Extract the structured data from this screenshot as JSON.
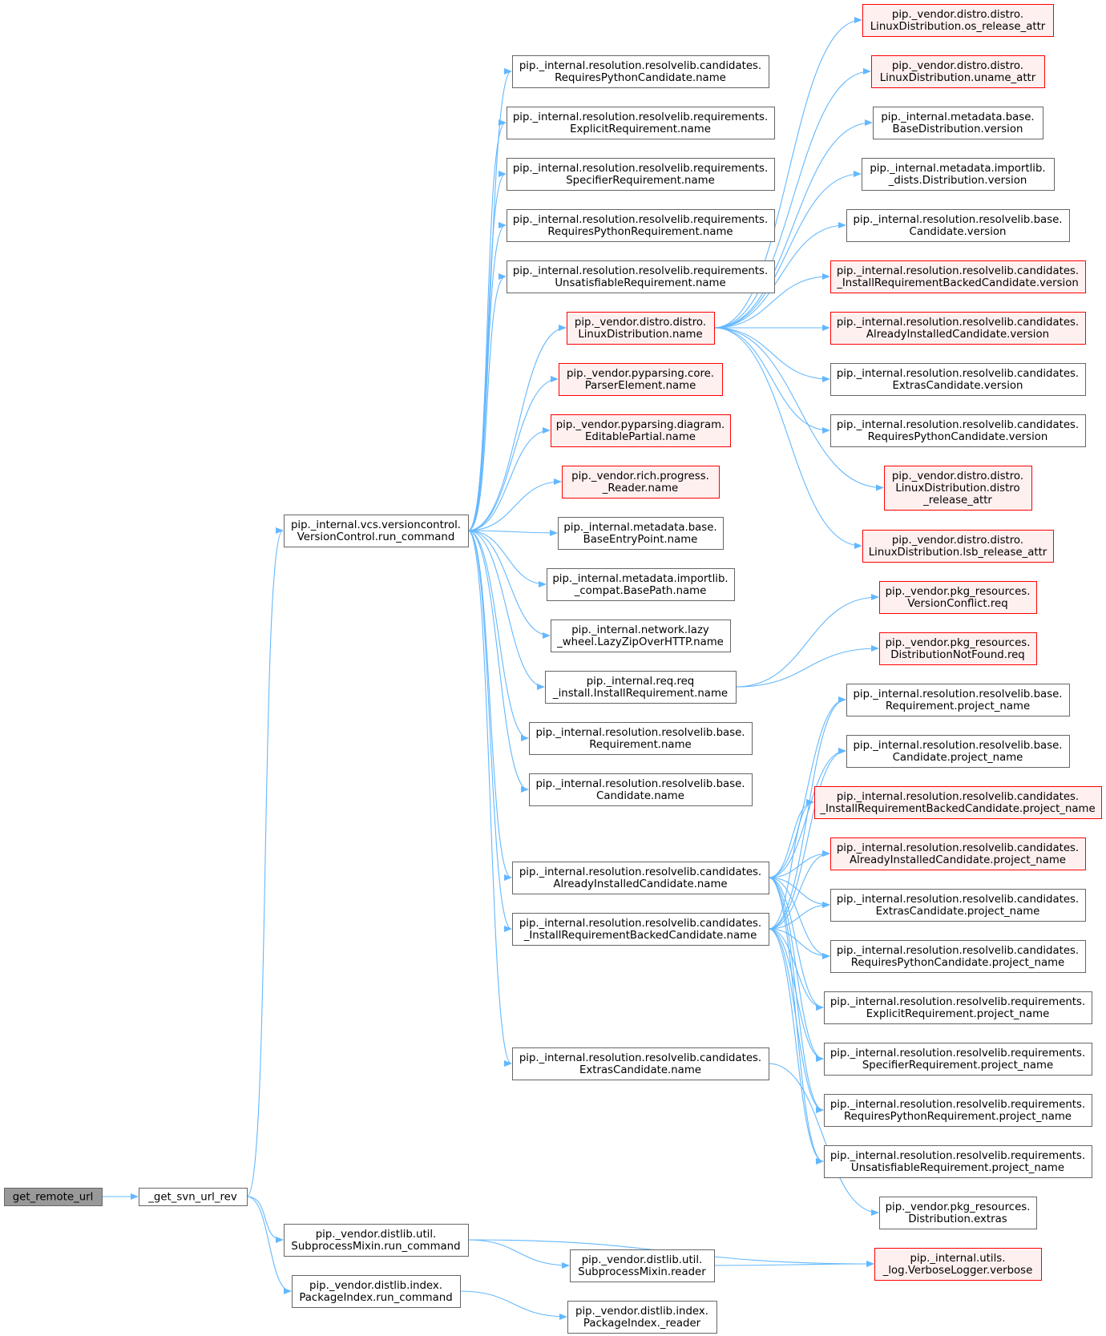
{
  "colors": {
    "edge": "#63b8ff",
    "node_border": "#666666",
    "node_fill": "#ffffff",
    "ext_border": "#ff0000",
    "ext_fill": "#fff0f0",
    "root_fill": "#999999"
  },
  "nodes": [
    {
      "id": "get_remote_url",
      "lines": [
        "get_remote_url"
      ],
      "style": "root"
    },
    {
      "id": "get_svn_url_rev",
      "lines": [
        "_get_svn_url_rev"
      ],
      "style": "normal"
    },
    {
      "id": "vc_run_command",
      "lines": [
        "pip._internal.vcs.versioncontrol.",
        "VersionControl.run_command"
      ],
      "style": "normal"
    },
    {
      "id": "distlib_util_run_command",
      "lines": [
        "pip._vendor.distlib.util.",
        "SubprocessMixin.run_command"
      ],
      "style": "normal"
    },
    {
      "id": "distlib_index_run_command",
      "lines": [
        "pip._vendor.distlib.index.",
        "PackageIndex.run_command"
      ],
      "style": "normal"
    },
    {
      "id": "cand_rp_name",
      "lines": [
        "pip._internal.resolution.resolvelib.candidates.",
        "RequiresPythonCandidate.name"
      ],
      "style": "normal"
    },
    {
      "id": "req_explicit_name",
      "lines": [
        "pip._internal.resolution.resolvelib.requirements.",
        "ExplicitRequirement.name"
      ],
      "style": "normal"
    },
    {
      "id": "req_spec_name",
      "lines": [
        "pip._internal.resolution.resolvelib.requirements.",
        "SpecifierRequirement.name"
      ],
      "style": "normal"
    },
    {
      "id": "req_rp_name",
      "lines": [
        "pip._internal.resolution.resolvelib.requirements.",
        "RequiresPythonRequirement.name"
      ],
      "style": "normal"
    },
    {
      "id": "req_unsat_name",
      "lines": [
        "pip._internal.resolution.resolvelib.requirements.",
        "UnsatisfiableRequirement.name"
      ],
      "style": "normal"
    },
    {
      "id": "distro_name",
      "lines": [
        "pip._vendor.distro.distro.",
        "LinuxDistribution.name"
      ],
      "style": "red"
    },
    {
      "id": "pyparsing_core_name",
      "lines": [
        "pip._vendor.pyparsing.core.",
        "ParserElement.name"
      ],
      "style": "red"
    },
    {
      "id": "pyparsing_diagram_name",
      "lines": [
        "pip._vendor.pyparsing.diagram.",
        "EditablePartial.name"
      ],
      "style": "red"
    },
    {
      "id": "rich_reader_name",
      "lines": [
        "pip._vendor.rich.progress.",
        "_Reader.name"
      ],
      "style": "red"
    },
    {
      "id": "md_base_entry_name",
      "lines": [
        "pip._internal.metadata.base.",
        "BaseEntryPoint.name"
      ],
      "style": "normal"
    },
    {
      "id": "md_importlib_compat_name",
      "lines": [
        "pip._internal.metadata.importlib.",
        "_compat.BasePath.name"
      ],
      "style": "normal"
    },
    {
      "id": "lazy_wheel_name",
      "lines": [
        "pip._internal.network.lazy",
        "_wheel.LazyZipOverHTTP.name"
      ],
      "style": "normal"
    },
    {
      "id": "install_req_name",
      "lines": [
        "pip._internal.req.req",
        "_install.InstallRequirement.name"
      ],
      "style": "normal"
    },
    {
      "id": "base_req_name",
      "lines": [
        "pip._internal.resolution.resolvelib.base.",
        "Requirement.name"
      ],
      "style": "normal"
    },
    {
      "id": "base_cand_name",
      "lines": [
        "pip._internal.resolution.resolvelib.base.",
        "Candidate.name"
      ],
      "style": "normal"
    },
    {
      "id": "cand_ai_name",
      "lines": [
        "pip._internal.resolution.resolvelib.candidates.",
        "AlreadyInstalledCandidate.name"
      ],
      "style": "normal"
    },
    {
      "id": "cand_irb_name",
      "lines": [
        "pip._internal.resolution.resolvelib.candidates.",
        "_InstallRequirementBackedCandidate.name"
      ],
      "style": "normal"
    },
    {
      "id": "cand_extras_name",
      "lines": [
        "pip._internal.resolution.resolvelib.candidates.",
        "ExtrasCandidate.name"
      ],
      "style": "normal"
    },
    {
      "id": "distlib_util_reader",
      "lines": [
        "pip._vendor.distlib.util.",
        "SubprocessMixin.reader"
      ],
      "style": "normal"
    },
    {
      "id": "distlib_index_reader",
      "lines": [
        "pip._vendor.distlib.index.",
        "PackageIndex._reader"
      ],
      "style": "normal"
    },
    {
      "id": "distro_os_release_attr",
      "lines": [
        "pip._vendor.distro.distro.",
        "LinuxDistribution.os_release_attr"
      ],
      "style": "red"
    },
    {
      "id": "distro_uname_attr",
      "lines": [
        "pip._vendor.distro.distro.",
        "LinuxDistribution.uname_attr"
      ],
      "style": "red"
    },
    {
      "id": "md_base_dist_version",
      "lines": [
        "pip._internal.metadata.base.",
        "BaseDistribution.version"
      ],
      "style": "normal"
    },
    {
      "id": "md_importlib_dist_version",
      "lines": [
        "pip._internal.metadata.importlib.",
        "_dists.Distribution.version"
      ],
      "style": "normal"
    },
    {
      "id": "base_cand_version",
      "lines": [
        "pip._internal.resolution.resolvelib.base.",
        "Candidate.version"
      ],
      "style": "normal"
    },
    {
      "id": "cand_irb_version",
      "lines": [
        "pip._internal.resolution.resolvelib.candidates.",
        "_InstallRequirementBackedCandidate.version"
      ],
      "style": "red"
    },
    {
      "id": "cand_ai_version",
      "lines": [
        "pip._internal.resolution.resolvelib.candidates.",
        "AlreadyInstalledCandidate.version"
      ],
      "style": "red"
    },
    {
      "id": "cand_extras_version",
      "lines": [
        "pip._internal.resolution.resolvelib.candidates.",
        "ExtrasCandidate.version"
      ],
      "style": "normal"
    },
    {
      "id": "cand_rp_version",
      "lines": [
        "pip._internal.resolution.resolvelib.candidates.",
        "RequiresPythonCandidate.version"
      ],
      "style": "normal"
    },
    {
      "id": "distro_distro_release_attr",
      "lines": [
        "pip._vendor.distro.distro.",
        "LinuxDistribution.distro",
        "_release_attr"
      ],
      "style": "red"
    },
    {
      "id": "distro_lsb_release_attr",
      "lines": [
        "pip._vendor.distro.distro.",
        "LinuxDistribution.lsb_release_attr"
      ],
      "style": "red"
    },
    {
      "id": "pkg_version_conflict_req",
      "lines": [
        "pip._vendor.pkg_resources.",
        "VersionConflict.req"
      ],
      "style": "red"
    },
    {
      "id": "pkg_dist_not_found_req",
      "lines": [
        "pip._vendor.pkg_resources.",
        "DistributionNotFound.req"
      ],
      "style": "red"
    },
    {
      "id": "base_req_project_name",
      "lines": [
        "pip._internal.resolution.resolvelib.base.",
        "Requirement.project_name"
      ],
      "style": "normal"
    },
    {
      "id": "base_cand_project_name",
      "lines": [
        "pip._internal.resolution.resolvelib.base.",
        "Candidate.project_name"
      ],
      "style": "normal"
    },
    {
      "id": "cand_irb_project_name",
      "lines": [
        "pip._internal.resolution.resolvelib.candidates.",
        "_InstallRequirementBackedCandidate.project_name"
      ],
      "style": "red"
    },
    {
      "id": "cand_ai_project_name",
      "lines": [
        "pip._internal.resolution.resolvelib.candidates.",
        "AlreadyInstalledCandidate.project_name"
      ],
      "style": "red"
    },
    {
      "id": "cand_extras_project_name",
      "lines": [
        "pip._internal.resolution.resolvelib.candidates.",
        "ExtrasCandidate.project_name"
      ],
      "style": "normal"
    },
    {
      "id": "cand_rp_project_name",
      "lines": [
        "pip._internal.resolution.resolvelib.candidates.",
        "RequiresPythonCandidate.project_name"
      ],
      "style": "normal"
    },
    {
      "id": "req_explicit_project_name",
      "lines": [
        "pip._internal.resolution.resolvelib.requirements.",
        "ExplicitRequirement.project_name"
      ],
      "style": "normal"
    },
    {
      "id": "req_spec_project_name",
      "lines": [
        "pip._internal.resolution.resolvelib.requirements.",
        "SpecifierRequirement.project_name"
      ],
      "style": "normal"
    },
    {
      "id": "req_rp_project_name",
      "lines": [
        "pip._internal.resolution.resolvelib.requirements.",
        "RequiresPythonRequirement.project_name"
      ],
      "style": "normal"
    },
    {
      "id": "req_unsat_project_name",
      "lines": [
        "pip._internal.resolution.resolvelib.requirements.",
        "UnsatisfiableRequirement.project_name"
      ],
      "style": "normal"
    },
    {
      "id": "pkg_dist_extras",
      "lines": [
        "pip._vendor.pkg_resources.",
        "Distribution.extras"
      ],
      "style": "normal"
    },
    {
      "id": "verbose_logger",
      "lines": [
        "pip._internal.utils.",
        "_log.VerboseLogger.verbose"
      ],
      "style": "red"
    }
  ],
  "edges": [
    [
      "get_remote_url",
      "get_svn_url_rev"
    ],
    [
      "get_svn_url_rev",
      "vc_run_command"
    ],
    [
      "get_svn_url_rev",
      "distlib_util_run_command"
    ],
    [
      "get_svn_url_rev",
      "distlib_index_run_command"
    ],
    [
      "vc_run_command",
      "cand_rp_name"
    ],
    [
      "vc_run_command",
      "req_explicit_name"
    ],
    [
      "vc_run_command",
      "req_spec_name"
    ],
    [
      "vc_run_command",
      "req_rp_name"
    ],
    [
      "vc_run_command",
      "req_unsat_name"
    ],
    [
      "vc_run_command",
      "distro_name"
    ],
    [
      "vc_run_command",
      "pyparsing_core_name"
    ],
    [
      "vc_run_command",
      "pyparsing_diagram_name"
    ],
    [
      "vc_run_command",
      "rich_reader_name"
    ],
    [
      "vc_run_command",
      "md_base_entry_name"
    ],
    [
      "vc_run_command",
      "md_importlib_compat_name"
    ],
    [
      "vc_run_command",
      "lazy_wheel_name"
    ],
    [
      "vc_run_command",
      "install_req_name"
    ],
    [
      "vc_run_command",
      "base_req_name"
    ],
    [
      "vc_run_command",
      "base_cand_name"
    ],
    [
      "vc_run_command",
      "cand_ai_name"
    ],
    [
      "vc_run_command",
      "cand_irb_name"
    ],
    [
      "vc_run_command",
      "cand_extras_name"
    ],
    [
      "distro_name",
      "distro_os_release_attr"
    ],
    [
      "distro_name",
      "distro_uname_attr"
    ],
    [
      "distro_name",
      "md_base_dist_version"
    ],
    [
      "distro_name",
      "md_importlib_dist_version"
    ],
    [
      "distro_name",
      "base_cand_version"
    ],
    [
      "distro_name",
      "cand_irb_version"
    ],
    [
      "distro_name",
      "cand_ai_version"
    ],
    [
      "distro_name",
      "cand_extras_version"
    ],
    [
      "distro_name",
      "cand_rp_version"
    ],
    [
      "distro_name",
      "distro_distro_release_attr"
    ],
    [
      "distro_name",
      "distro_lsb_release_attr"
    ],
    [
      "install_req_name",
      "pkg_version_conflict_req"
    ],
    [
      "install_req_name",
      "pkg_dist_not_found_req"
    ],
    [
      "cand_ai_name",
      "base_req_project_name"
    ],
    [
      "cand_ai_name",
      "base_cand_project_name"
    ],
    [
      "cand_ai_name",
      "cand_irb_project_name"
    ],
    [
      "cand_ai_name",
      "cand_ai_project_name"
    ],
    [
      "cand_ai_name",
      "cand_extras_project_name"
    ],
    [
      "cand_ai_name",
      "cand_rp_project_name"
    ],
    [
      "cand_ai_name",
      "req_explicit_project_name"
    ],
    [
      "cand_ai_name",
      "req_spec_project_name"
    ],
    [
      "cand_ai_name",
      "req_rp_project_name"
    ],
    [
      "cand_ai_name",
      "req_unsat_project_name"
    ],
    [
      "cand_irb_name",
      "base_req_project_name"
    ],
    [
      "cand_irb_name",
      "base_cand_project_name"
    ],
    [
      "cand_irb_name",
      "cand_irb_project_name"
    ],
    [
      "cand_irb_name",
      "cand_ai_project_name"
    ],
    [
      "cand_irb_name",
      "cand_extras_project_name"
    ],
    [
      "cand_irb_name",
      "cand_rp_project_name"
    ],
    [
      "cand_irb_name",
      "req_explicit_project_name"
    ],
    [
      "cand_irb_name",
      "req_spec_project_name"
    ],
    [
      "cand_irb_name",
      "req_rp_project_name"
    ],
    [
      "cand_irb_name",
      "req_unsat_project_name"
    ],
    [
      "cand_extras_name",
      "pkg_dist_extras"
    ],
    [
      "distlib_util_run_command",
      "distlib_util_reader"
    ],
    [
      "distlib_util_run_command",
      "verbose_logger"
    ],
    [
      "distlib_util_reader",
      "verbose_logger"
    ],
    [
      "distlib_index_run_command",
      "distlib_index_reader"
    ]
  ]
}
